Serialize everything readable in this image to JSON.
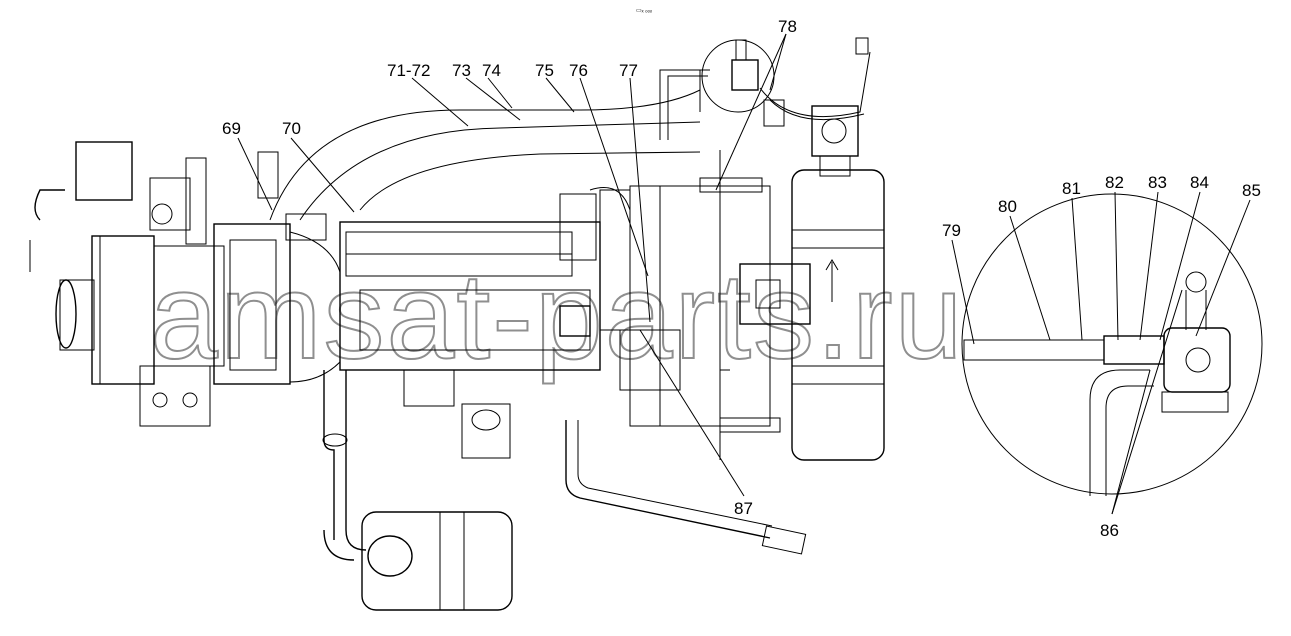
{
  "header_mark": "▭ₓ ₒₒₒ",
  "watermark": "amsat-parts.ru",
  "labels": {
    "l69": "69",
    "l70": "70",
    "l71_72": "71-72",
    "l73": "73",
    "l74": "74",
    "l75": "75",
    "l76": "76",
    "l77": "77",
    "l78": "78",
    "l79": "79",
    "l80": "80",
    "l81": "81",
    "l82": "82",
    "l83": "83",
    "l84": "84",
    "l85": "85",
    "l86": "86",
    "l87": "87"
  }
}
